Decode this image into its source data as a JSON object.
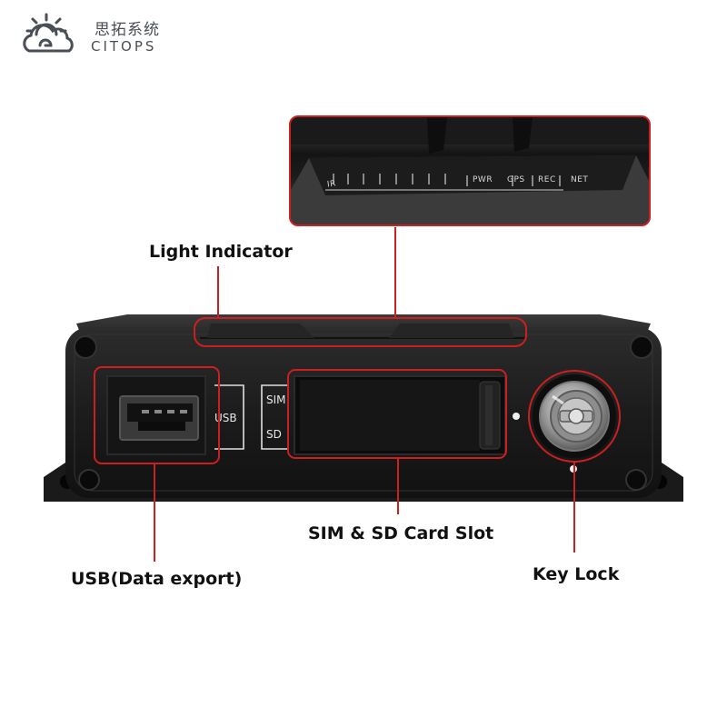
{
  "brand": {
    "name_cn": "思拓系统",
    "name_en": "CITOPS"
  },
  "callouts": {
    "light_indicator": "Light Indicator",
    "sim_sd_slot": "SIM & SD Card Slot",
    "usb": "USB(Data export)",
    "key_lock": "Key Lock"
  },
  "inset_labels": {
    "ir": "IR",
    "pwr": "PWR",
    "gps": "GPS",
    "rec": "REC",
    "net": "NET"
  },
  "panel_labels": {
    "usb": "USB",
    "sim": "SIM",
    "sd": "SD"
  },
  "colors": {
    "callout_red": "#cc1f1f",
    "device_body": "#1b1b1b",
    "logo_grey": "#4a4e55"
  }
}
